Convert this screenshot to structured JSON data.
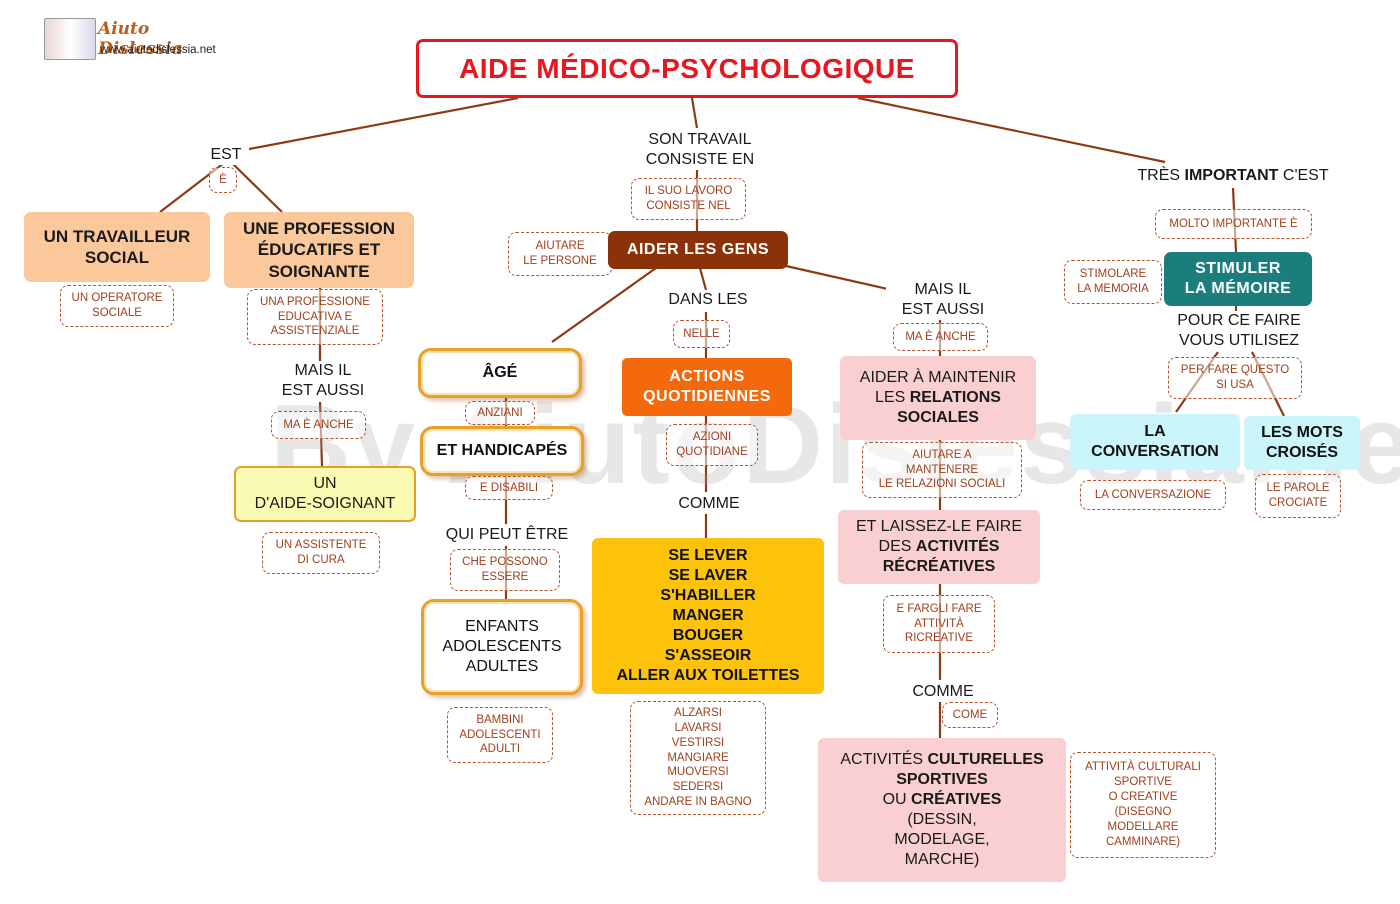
{
  "logo": {
    "name": "Aiuto Dislessia",
    "url": "www.aiutodislessia.net"
  },
  "watermark": "By AiutoDislessia.net",
  "colors": {
    "title_border": "#e8161e",
    "connector": "#8b3a12",
    "dashed_border": "#b5552d",
    "peach": "#fbc89b",
    "brown": "#8b3208",
    "orange": "#f4690b",
    "teal": "#1b7e7d",
    "cyan": "#c9f5fb",
    "pink": "#f9cfd1",
    "yellow": "#fdc30a"
  },
  "title": "AIDE MÉDICO-PSYCHOLOGIQUE",
  "links": {
    "est": "EST",
    "son_travail": [
      "SON TRAVAIL",
      "CONSISTE EN"
    ],
    "tres_important": {
      "pre": "TRÈS ",
      "bold": "IMPORTANT",
      "post": " C'EST"
    },
    "mais_il_est_aussi_left": [
      "MAIS IL",
      "EST AUSSI"
    ],
    "qui_peut_etre": "QUI PEUT ÊTRE",
    "dans_les": "DANS LES",
    "comme_middle": "COMME",
    "mais_il_est_aussi_right": [
      "MAIS IL",
      "EST AUSSI"
    ],
    "comme_right": "COMME",
    "pour_ce_faire": [
      "POUR CE FAIRE",
      "VOUS UTILISEZ"
    ]
  },
  "nodes": {
    "travailleur_social": [
      "UN TRAVAILLEUR",
      "SOCIAL"
    ],
    "profession": [
      "UNE PROFESSION",
      "ÉDUCATIFS ET",
      "SOIGNANTE"
    ],
    "aide_soignant": [
      "UN",
      "D'AIDE-SOIGNANT"
    ],
    "aider_les_gens": "AIDER LES GENS",
    "age": "ÂGÉ",
    "handicapes": "ET HANDICAPÉS",
    "enfants": [
      "ENFANTS",
      "ADOLESCENTS",
      "ADULTES"
    ],
    "actions": [
      "ACTIONS",
      "QUOTIDIENNES"
    ],
    "se_lever": [
      "SE LEVER",
      "SE LAVER",
      "S'HABILLER",
      "MANGER",
      "BOUGER",
      "S'ASSEOIR",
      "ALLER AUX TOILETTES"
    ],
    "relations": {
      "line1": "AIDER À MAINTENIR",
      "line2_pre": "LES ",
      "line2_bold": "RELATIONS",
      "line3_bold": "SOCIALES"
    },
    "activites_recreatives": {
      "line1_pre": "ET LAISSEZ-LE FAIRE",
      "line2_pre": "DES ",
      "line2_bold": "ACTIVITÉS",
      "line3_bold": "RÉCRÉATIVES"
    },
    "activites_culturelles": {
      "line1_pre": "ACTIVITÉS ",
      "line1_bold": "CULTURELLES",
      "line2_bold": "SPORTIVES",
      "line3_pre": "OU ",
      "line3_bold": "CRÉATIVES",
      "line4": "(DESSIN,",
      "line5": "MODELAGE,",
      "line6": "MARCHE)"
    },
    "stimuler": [
      "STIMULER",
      "LA MÉMOIRE"
    ],
    "conversation": [
      "LA",
      "CONVERSATION"
    ],
    "mots_croises": [
      "LES MOTS",
      "CROISÉS"
    ]
  },
  "translations": {
    "e": "È",
    "operatore": [
      "UN OPERATORE",
      "SOCIALE"
    ],
    "professione": [
      "UNA PROFESSIONE",
      "EDUCATIVA E",
      "ASSISTENZIALE"
    ],
    "ma_e_anche_left": "MA È ANCHE",
    "assistente": [
      "UN ASSISTENTE",
      "DI CURA"
    ],
    "suo_lavoro": [
      "IL SUO LAVORO",
      "CONSISTE NEL"
    ],
    "aiutare": [
      "AIUTARE",
      "LE  PERSONE"
    ],
    "anziani": "ANZIANI",
    "disabili": "E DISABILI",
    "possono": [
      "CHE POSSONO",
      "ESSERE"
    ],
    "bambini": [
      "BAMBINI",
      "ADOLESCENTI",
      "ADULTI"
    ],
    "nelle": "NELLE",
    "azioni": [
      "AZIONI",
      "QUOTIDIANE"
    ],
    "alzarsi": [
      "ALZARSI",
      "LAVARSI",
      "VESTIRSI",
      "MANGIARE",
      "MUOVERSI",
      "SEDERSI",
      "ANDARE IN BAGNO"
    ],
    "ma_e_anche_right": "MA È ANCHE",
    "aiutare_mantenere": [
      "AIUTARE A",
      "MANTENERE",
      "LE RELAZIONI SOCIALI"
    ],
    "fargli_fare": [
      "E FARGLI FARE",
      "ATTIVITÀ",
      "RICREATIVE"
    ],
    "come": "COME",
    "attivita_culturali": [
      "ATTIVITÀ CULTURALI",
      "SPORTIVE",
      "O CREATIVE",
      "(DISEGNO",
      "MODELLARE",
      "CAMMINARE)"
    ],
    "molto_importante": "MOLTO IMPORTANTE È",
    "stimolare": [
      "STIMOLARE",
      "LA MEMORIA"
    ],
    "per_fare": [
      "PER FARE QUESTO",
      "SI USA"
    ],
    "conversazione": "LA CONVERSAZIONE",
    "parole_crociate": [
      "LE PAROLE",
      "CROCIATE"
    ]
  }
}
